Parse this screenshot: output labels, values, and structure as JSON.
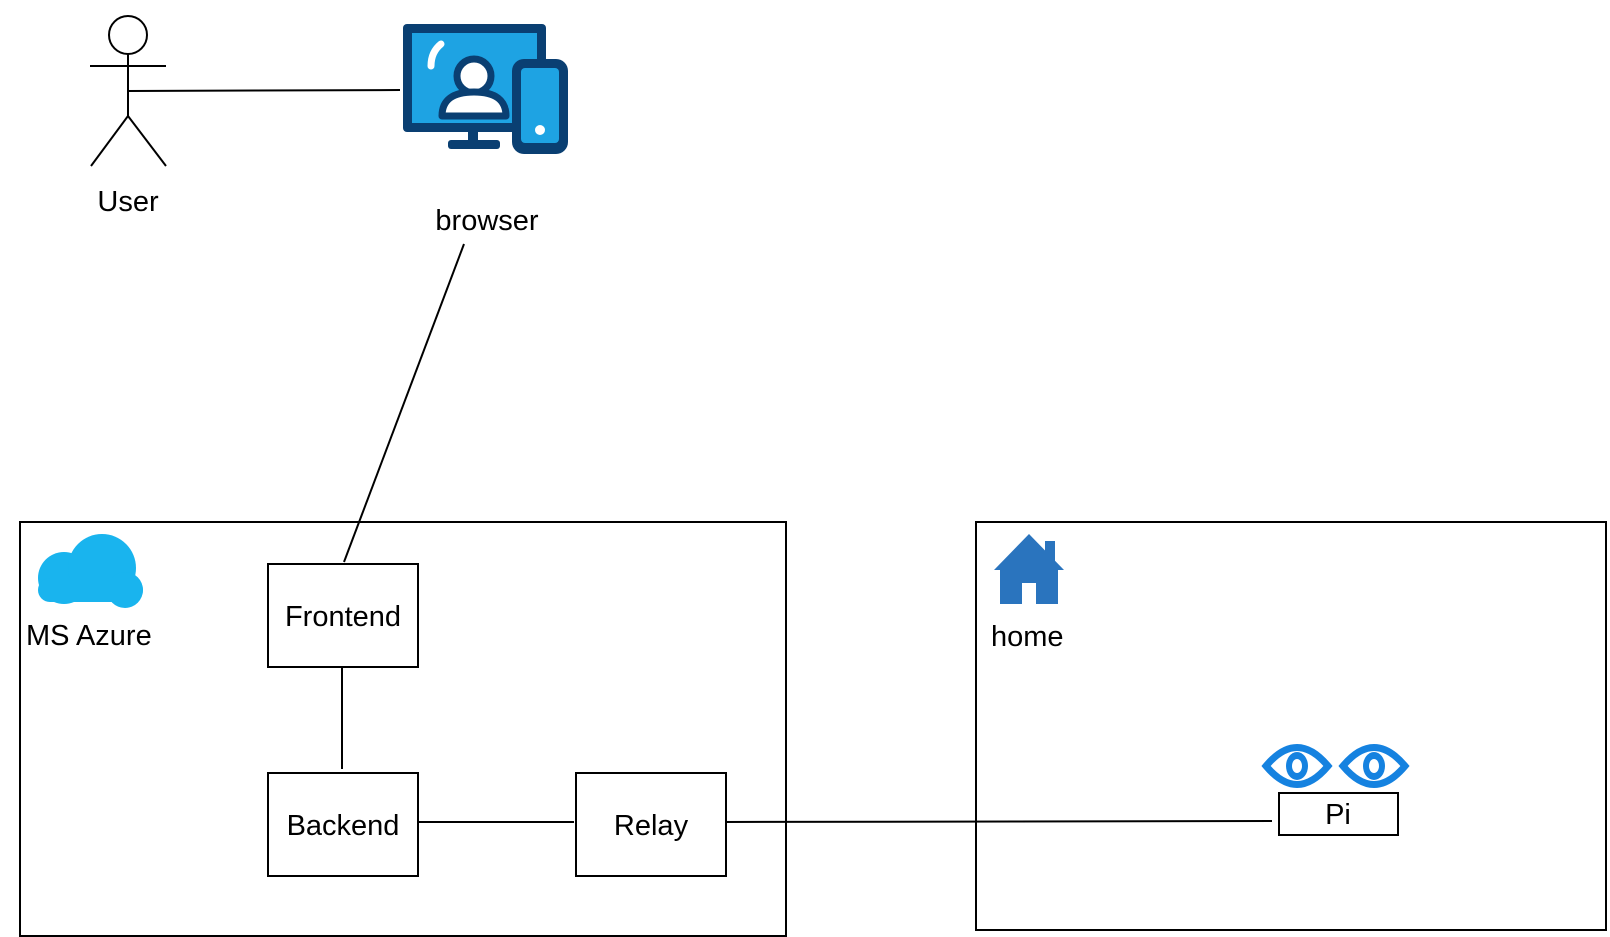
{
  "actors": {
    "user": {
      "label": "User",
      "icon": "stick-figure-icon"
    },
    "browser": {
      "label": "browser",
      "icon": "devices-icon"
    }
  },
  "groups": {
    "azure": {
      "label": "MS Azure",
      "icon": "cloud-icon"
    },
    "home": {
      "label": "home",
      "icon": "home-icon"
    }
  },
  "nodes": {
    "frontend": {
      "label": "Frontend"
    },
    "backend": {
      "label": "Backend"
    },
    "relay": {
      "label": "Relay"
    },
    "pi": {
      "label": "Pi",
      "icon": "eyes-icon"
    }
  },
  "connections": [
    {
      "from": "User",
      "to": "browser"
    },
    {
      "from": "browser",
      "to": "Frontend"
    },
    {
      "from": "Frontend",
      "to": "Backend"
    },
    {
      "from": "Backend",
      "to": "Relay"
    },
    {
      "from": "Relay",
      "to": "Pi"
    }
  ],
  "colors": {
    "device_dark": "#0a3f72",
    "device_light": "#1ea3e3",
    "cloud": "#19b4ee",
    "home": "#2a74be",
    "eye": "#1582e0",
    "stroke": "#000000"
  }
}
